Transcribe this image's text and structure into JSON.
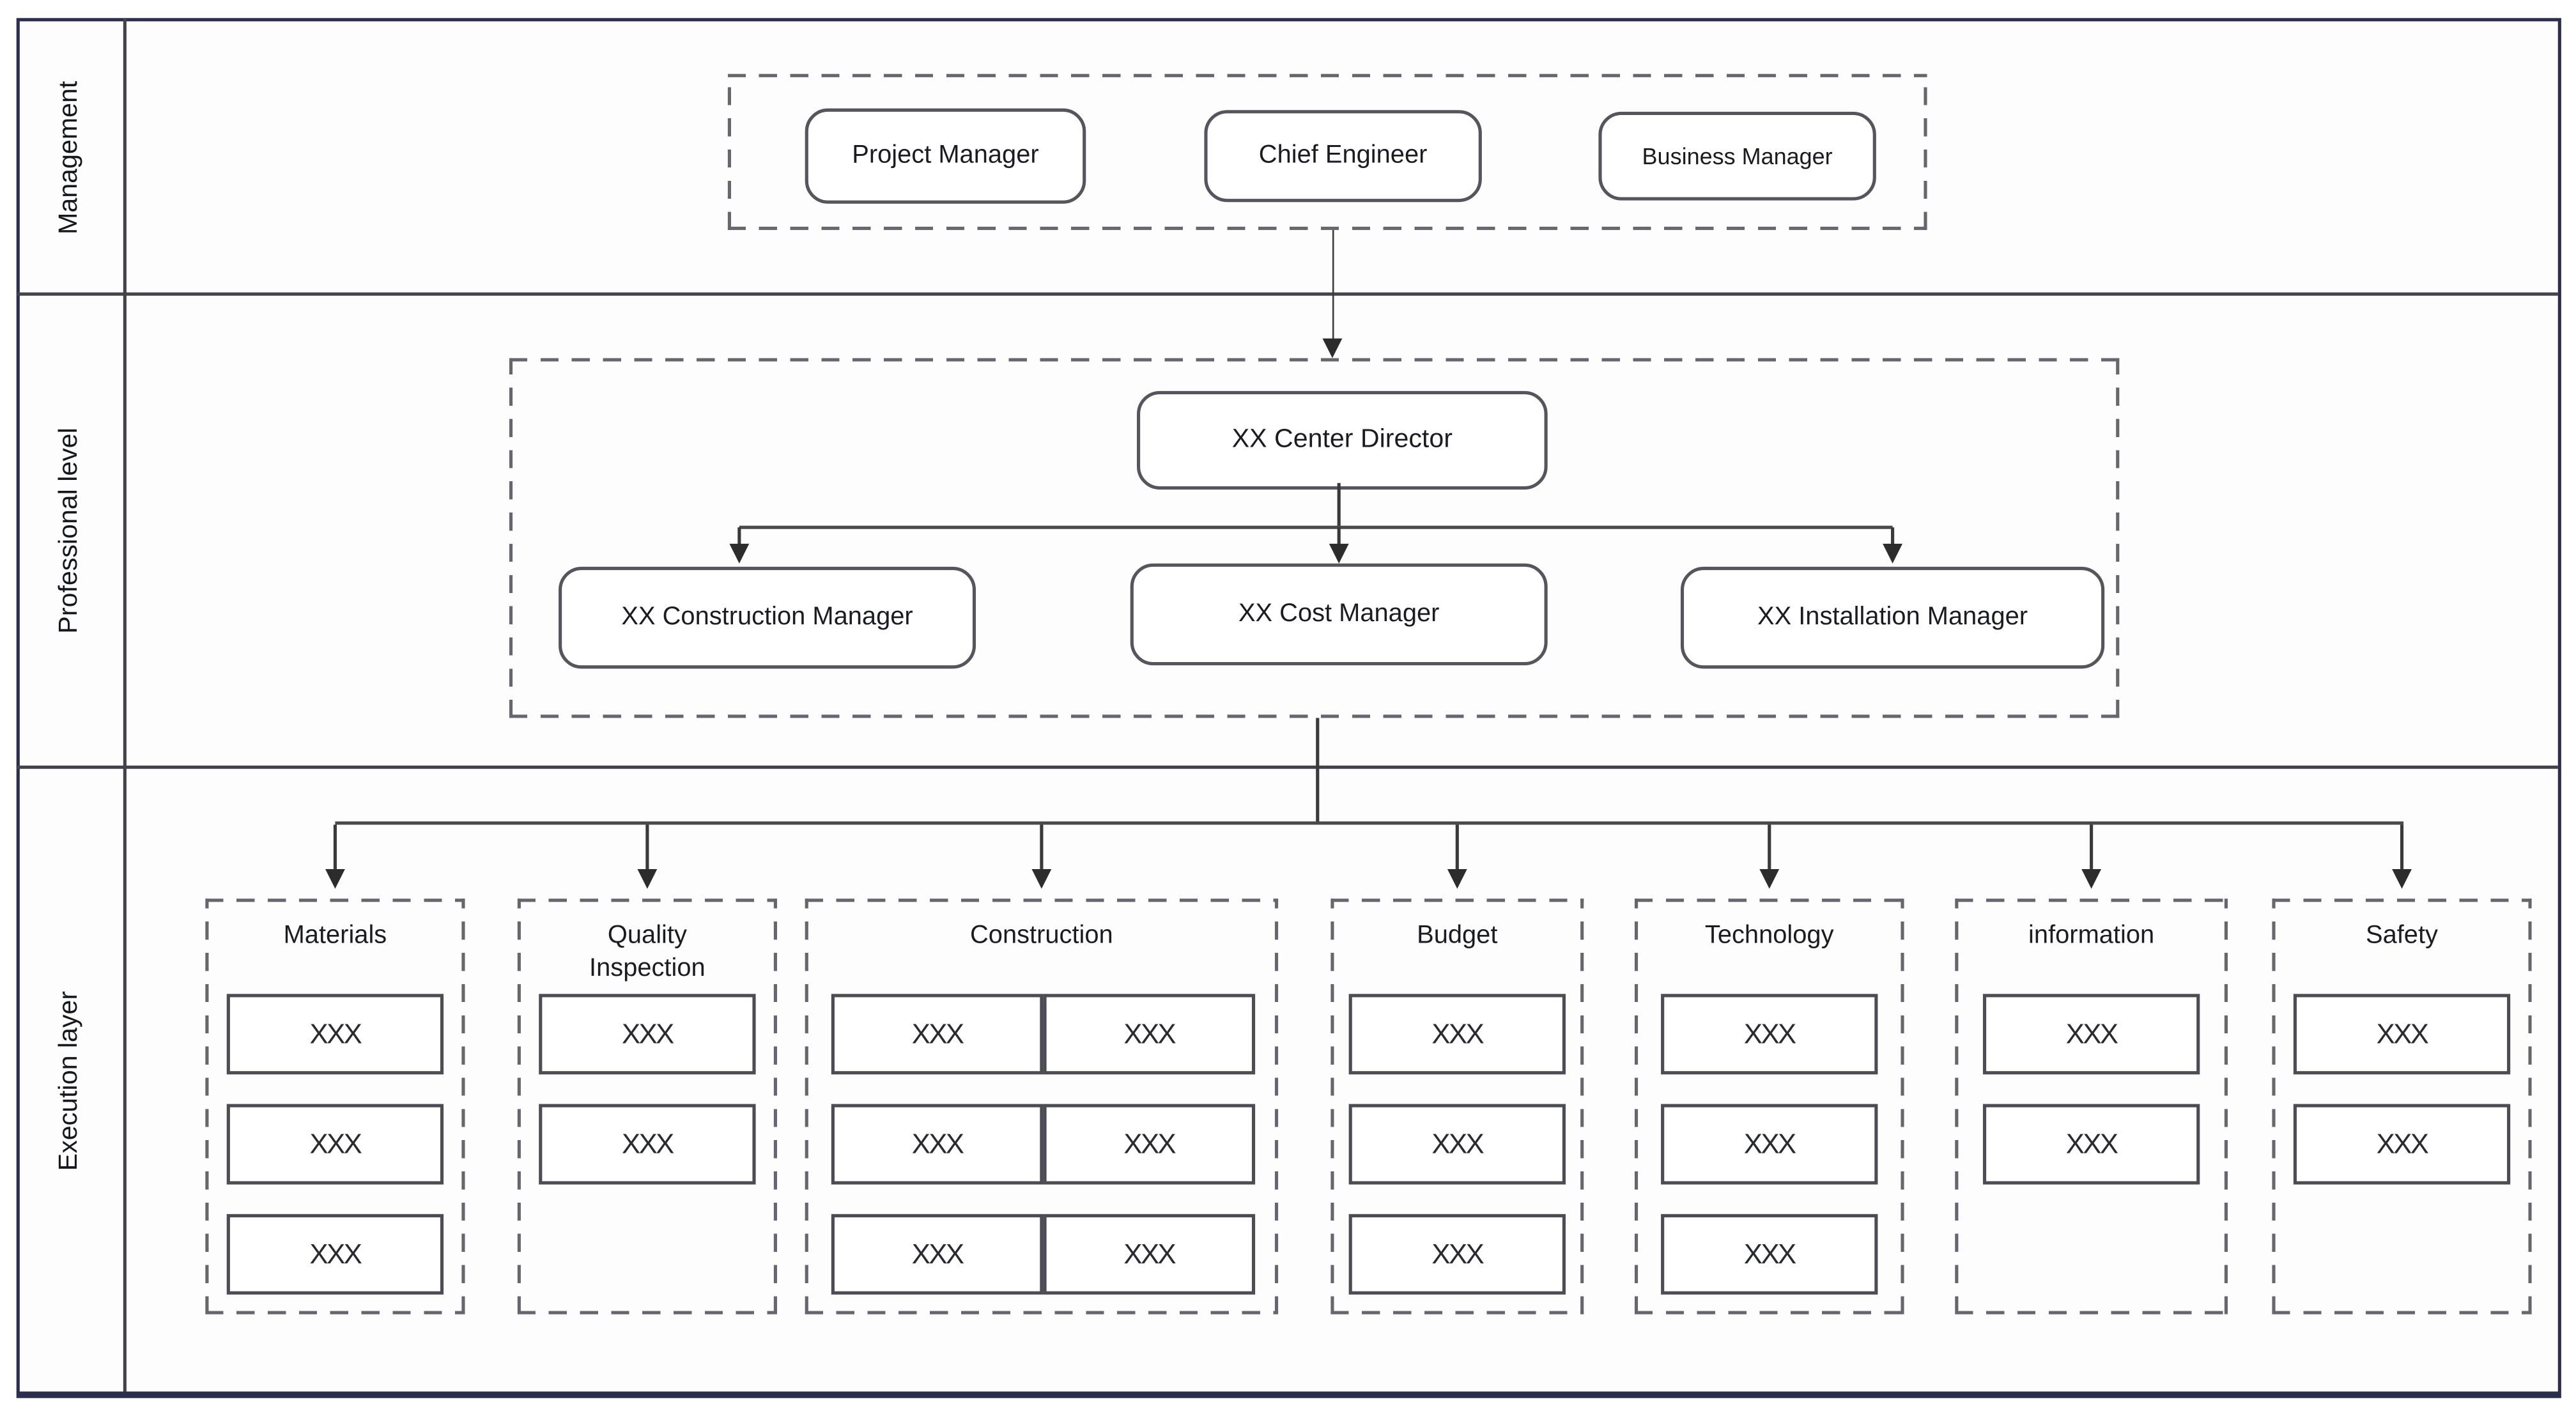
{
  "bands": {
    "management": "Management",
    "professional": "Professional level",
    "execution": "Execution layer"
  },
  "management": {
    "roles": [
      "Project Manager",
      "Chief Engineer",
      "Business Manager"
    ]
  },
  "professional": {
    "director": "XX Center Director",
    "managers": [
      "XX Construction Manager",
      "XX Cost Manager",
      "XX Installation Manager"
    ]
  },
  "execution": {
    "groups": [
      {
        "name": "Materials",
        "items": [
          "XXX",
          "XXX",
          "XXX"
        ]
      },
      {
        "name": "Quality Inspection",
        "items": [
          "XXX",
          "XXX"
        ]
      },
      {
        "name": "Construction",
        "items": [
          "XXX",
          "XXX",
          "XXX",
          "XXX",
          "XXX",
          "XXX"
        ]
      },
      {
        "name": "Budget",
        "items": [
          "XXX",
          "XXX",
          "XXX"
        ]
      },
      {
        "name": "Technology",
        "items": [
          "XXX",
          "XXX",
          "XXX"
        ]
      },
      {
        "name": "information",
        "items": [
          "XXX",
          "XXX"
        ]
      },
      {
        "name": "Safety",
        "items": [
          "XXX",
          "XXX"
        ]
      }
    ]
  },
  "colors": {
    "frame": "#2b2e4d",
    "grid_line": "#43434b",
    "dashed_border": "#66666f",
    "node_border": "#55555d",
    "connector": "#3a3a3a",
    "text": "#1f2024",
    "background": "#ffffff"
  }
}
